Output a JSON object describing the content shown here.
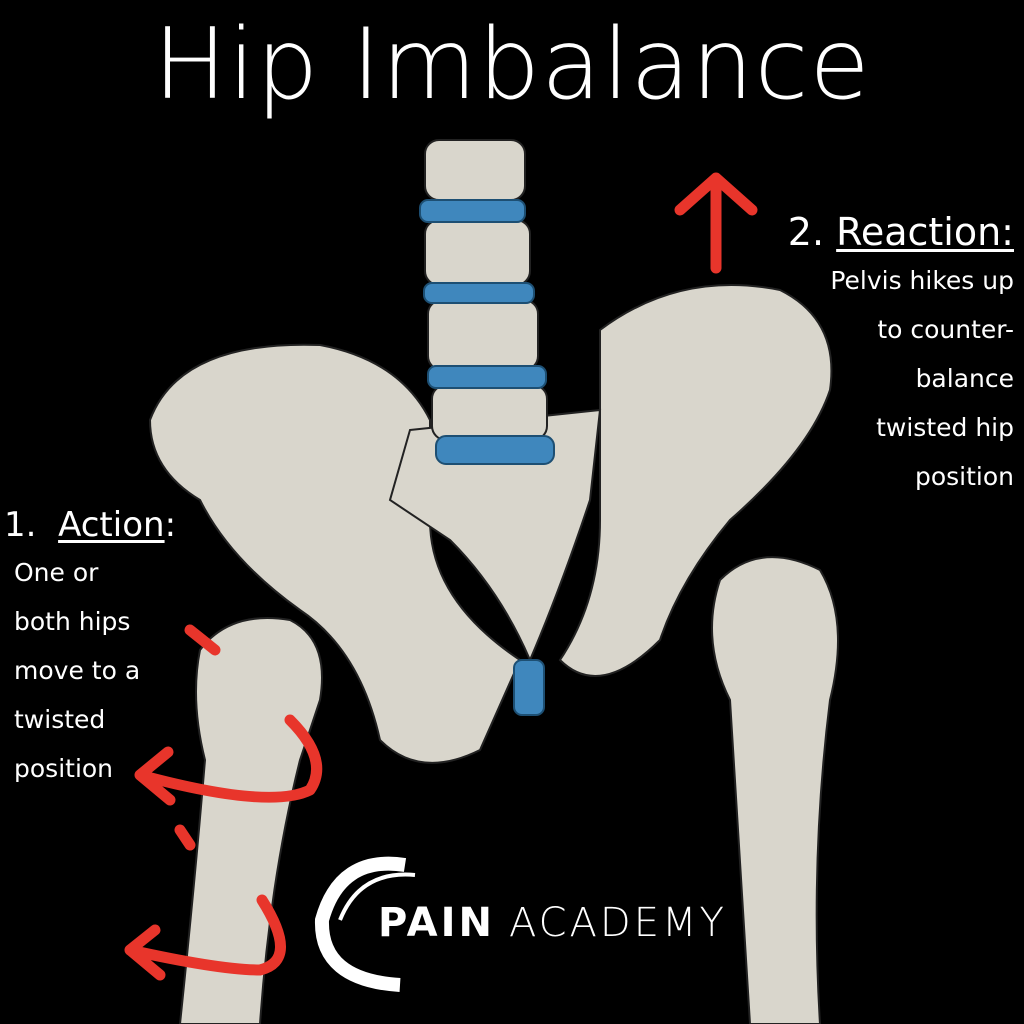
{
  "title": "Hip Imbalance",
  "reaction": {
    "number": "2.",
    "heading": "Reaction:",
    "lines": [
      "Pelvis hikes up",
      "to counter-",
      "balance",
      "twisted hip",
      "position"
    ]
  },
  "action": {
    "number": "1.",
    "heading": "Action",
    "colon": ":",
    "lines": [
      "One or",
      "both hips",
      "move to a",
      "twisted",
      "position"
    ]
  },
  "logo": {
    "word1": "PAIN",
    "word2": "ACADEMY"
  },
  "colors": {
    "background": "#000000",
    "bone": "#d9d6cc",
    "disc": "#3f87bd",
    "arrow": "#e8352b",
    "text": "#ffffff"
  }
}
